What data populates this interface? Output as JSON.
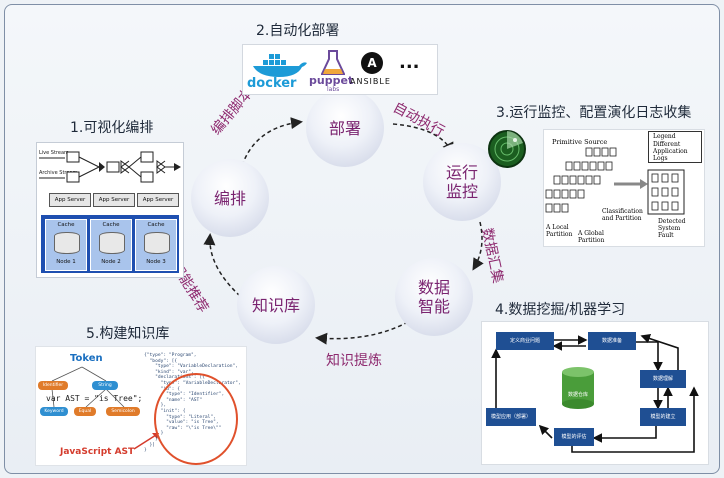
{
  "sections": {
    "visual_orchestration": "1.可视化编排",
    "auto_deploy": "2.自动化部署",
    "monitoring": "3.运行监控、配置演化日志收集",
    "data_mining": "4.数据挖掘/机器学习",
    "knowledge_base": "5.构建知识库"
  },
  "cycle": {
    "orchestrate": "编排",
    "deploy": "部署",
    "monitor_l1": "运行",
    "monitor_l2": "监控",
    "intel_l1": "数据",
    "intel_l2": "智能",
    "knowledge": "知识库"
  },
  "flows": {
    "script": "编排脚本",
    "execute": "自动执行",
    "collect": "数据汇集",
    "refine": "知识提炼",
    "recommend": "智能推荐"
  },
  "tools": {
    "docker": "docker",
    "puppet": "puppet",
    "puppet_sub": "labs",
    "ansible": "ANSIBLE",
    "ansible_logo": "A",
    "more": "..."
  },
  "orchestration_panel": {
    "live_stream": "Live Stream",
    "archive_stream": "Archive Stream",
    "app_server": "App Server",
    "cache": "Cache",
    "nodes": [
      "Node 1",
      "Node 2",
      "Node 3"
    ]
  },
  "monitor_panel": {
    "legend": "Legend",
    "legend_items": [
      "Different",
      "Application",
      "Logs"
    ],
    "primitive_source": "Primitive Source",
    "classification": "Classification",
    "and_partition": "and Partition",
    "local_partition_l1": "A Local",
    "local_partition_l2": "Partition",
    "global_partition_l1": "A Global",
    "global_partition_l2": "Partition",
    "detected_l1": "Detected",
    "detected_l2": "System",
    "detected_l3": "Fault"
  },
  "ml_panel": {
    "business": "定义商业问题",
    "data_prep": "数据准备",
    "data_understand": "数据理解",
    "model_build": "模型的建立",
    "model_eval": "模型的评估",
    "model_apply": "模型应用（部署）",
    "db": "数据仓库"
  },
  "kb_panel": {
    "token": "Token",
    "identifier": "Identifier",
    "string": "String",
    "keyword": "Keyword",
    "equal": "Equal",
    "semicolon": "Semicolon",
    "code": "var AST = \"is Tree\";",
    "ast_label": "JavaScript AST",
    "json_lines": [
      "{\"type\": \"Program\",",
      "  \"body\": [{",
      "    \"type\": \"VariableDeclaration\",",
      "    \"kind\": \"var\",",
      "    \"declarations\": [{",
      "      \"type\": \"VariableDeclarator\",",
      "      \"id\": {",
      "        \"type\": \"Identifier\",",
      "        \"name\": \"AST\"",
      "      },",
      "      \"init\": {",
      "        \"type\": \"Literal\",",
      "        \"value\": \"is Tree\",",
      "        \"raw\": \"\\\"is Tree\\\"\"",
      "      }",
      "    }]",
      "  }]",
      "}"
    ]
  },
  "colors": {
    "bubble_text": "#7a2470",
    "flow_label": "#8e2a6f",
    "docker_blue": "#1d9bd7",
    "puppet_purple": "#6b4a9b",
    "ml_box": "#1f4f93",
    "db_green": "#4a9d3a",
    "ast_red": "#d43b2c",
    "token_blue": "#1a6fc0"
  }
}
